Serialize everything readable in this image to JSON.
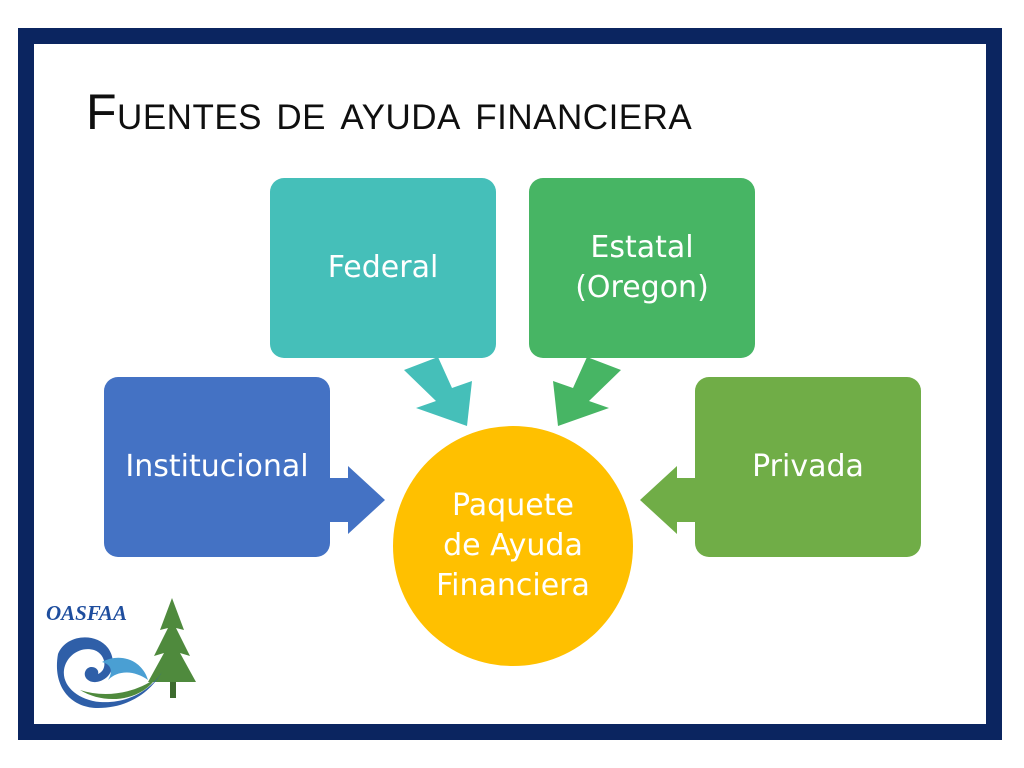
{
  "slide": {
    "title": "Fuentes de ayuda financiera",
    "frame_color": "#0b2560"
  },
  "diagram": {
    "center": {
      "label": "Paquete\nde Ayuda\nFinanciera",
      "color": "#ffc000"
    },
    "sources": [
      {
        "id": "federal",
        "label": "Federal",
        "color": "#45bfb9"
      },
      {
        "id": "estatal",
        "label": "Estatal\n(Oregon)",
        "color": "#47b564"
      },
      {
        "id": "institucional",
        "label": "Institucional",
        "color": "#4472c4"
      },
      {
        "id": "privada",
        "label": "Privada",
        "color": "#70ad47"
      }
    ],
    "arrow_colors": {
      "federal": "#45bfb9",
      "estatal": "#47b564",
      "institucional": "#4472c4",
      "privada": "#70ad47"
    }
  },
  "logo": {
    "text": "OASFAA",
    "icon": "wave-and-tree-logo-icon",
    "text_color": "#1f4e9e"
  }
}
